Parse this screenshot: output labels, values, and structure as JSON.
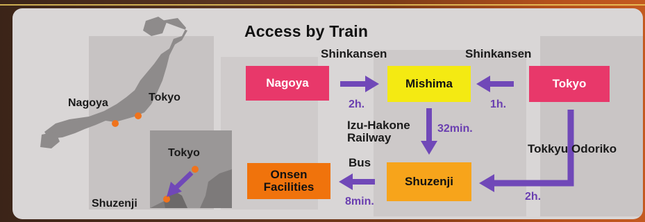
{
  "title": "Access by Train",
  "colors": {
    "arrow": "#7048b8",
    "nagoya_box": "#e8386a",
    "tokyo_box": "#e8386a",
    "mishima_box": "#f4ea12",
    "shuzenji_box": "#f7a41b",
    "onsen_box": "#f0730c",
    "map_dot": "#f0731c"
  },
  "stations": {
    "nagoya": "Nagoya",
    "mishima": "Mishima",
    "tokyo": "Tokyo",
    "shuzenji": "Shuzenji",
    "onsen_line1": "Onsen",
    "onsen_line2": "Facilities"
  },
  "routes": {
    "nagoya_mishima": {
      "line": "Shinkansen",
      "time": "2h."
    },
    "tokyo_mishima": {
      "line": "Shinkansen",
      "time": "1h."
    },
    "mishima_shuzenji": {
      "line_1": "Izu-Hakone",
      "line_2": "Railway",
      "time": "32min."
    },
    "tokyo_shuzenji": {
      "line": "Tokkyu Odoriko",
      "time": "2h."
    },
    "shuzenji_onsen": {
      "line": "Bus",
      "time": "8min."
    }
  },
  "map": {
    "japan_labels": {
      "nagoya": "Nagoya",
      "tokyo": "Tokyo"
    },
    "izu_labels": {
      "tokyo": "Tokyo",
      "shuzenji": "Shuzenji"
    }
  }
}
